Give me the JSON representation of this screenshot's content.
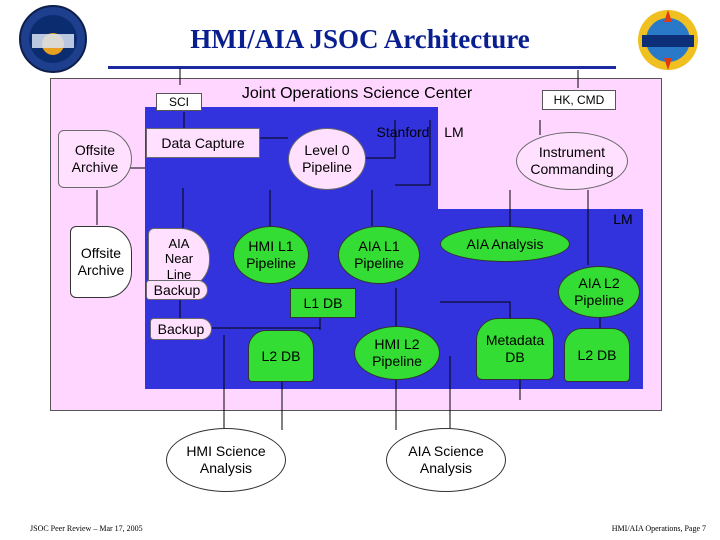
{
  "title": "HMI/AIA JSOC Architecture",
  "header": {
    "sci": "SCI",
    "jsoc": "Joint Operations Science Center",
    "hk_cmd": "HK, CMD"
  },
  "zones": {
    "stanford": "Stanford",
    "lm_top": "LM",
    "lm_right": "LM"
  },
  "offsite_archive_1": [
    "Offsite",
    "Archive"
  ],
  "offsite_archive_2": [
    "Offsite",
    "Archive"
  ],
  "data_capture": "Data Capture",
  "level0": [
    "Level 0",
    "Pipeline"
  ],
  "instrument_commanding": [
    "Instrument",
    "Commanding"
  ],
  "aia_near_line": [
    "AIA",
    "Near",
    "Line"
  ],
  "backup_1": "Backup",
  "backup_2": "Backup",
  "hmi_l1": [
    "HMI L1",
    "Pipeline"
  ],
  "aia_l1": [
    "AIA L1",
    "Pipeline"
  ],
  "aia_analysis": "AIA Analysis",
  "aia_l2": [
    "AIA L2",
    "Pipeline"
  ],
  "l1_db": "L1 DB",
  "l2_db_hmi": "L2 DB",
  "hmi_l2": [
    "HMI L2",
    "Pipeline"
  ],
  "metadata_db": [
    "Metadata",
    "DB"
  ],
  "l2_db_aia": "L2 DB",
  "hmi_science": [
    "HMI Science",
    "Analysis"
  ],
  "aia_science": [
    "AIA Science",
    "Analysis"
  ],
  "footer": {
    "left": "JSOC Peer Review – Mar 17, 2005",
    "right": "HMI/AIA Operations, Page 7"
  },
  "colors": {
    "title": "#0a1f8f",
    "frame": "#ffd6ff",
    "zone": "#3333dd",
    "node_green": "#33dd33",
    "node_pale": "#ffe0ff"
  },
  "logos": {
    "left": "sdo-logo-icon",
    "right": "lws-logo-icon"
  }
}
